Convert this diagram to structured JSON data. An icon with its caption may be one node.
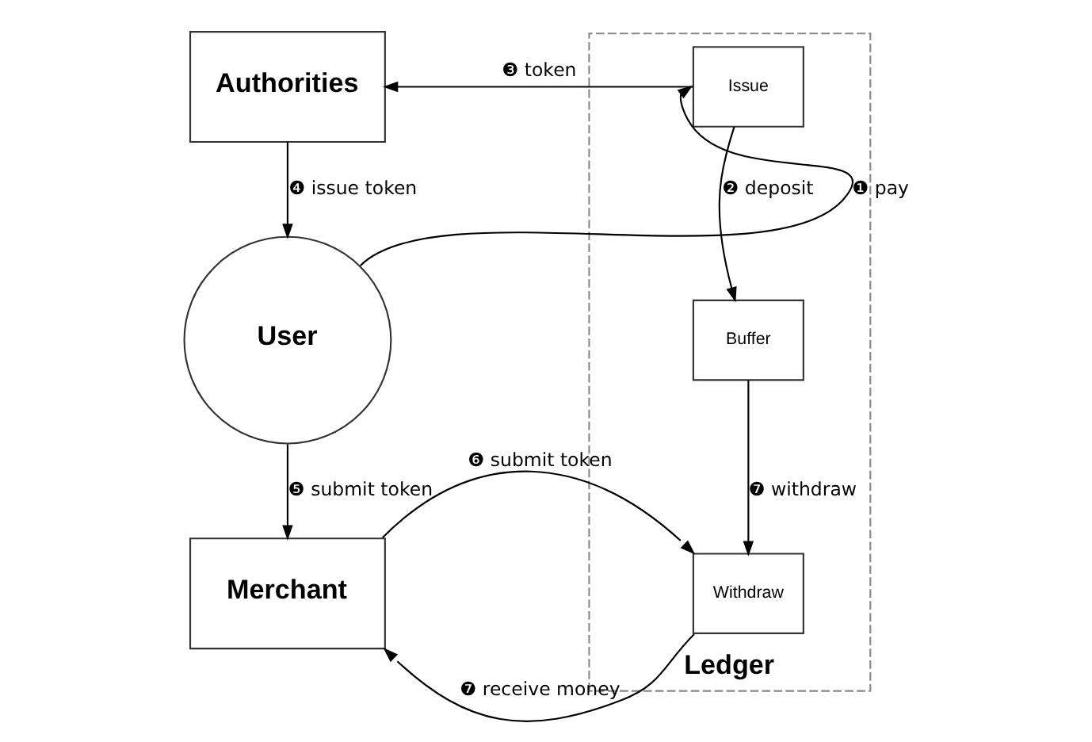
{
  "diagram": {
    "nodes": [
      {
        "text": [
          "Authorities"
        ]
      },
      {
        "text": [
          "User"
        ]
      },
      {
        "text": [
          "Merchant"
        ]
      },
      {
        "text": [
          "Ledger"
        ]
      },
      {
        "text": [
          "Issue"
        ],
        "in": 3
      },
      {
        "text": [
          "Buffer"
        ],
        "in": 3
      },
      {
        "text": [
          "Withdraw"
        ],
        "in": 3
      }
    ],
    "edges": [
      {
        "from": 1,
        "to": 4,
        "arrow": "to",
        "label": "❶ pay"
      },
      {
        "from": 4,
        "to": 5,
        "arrow": "to",
        "label": "❷ deposit"
      },
      {
        "from": 4,
        "to": 0,
        "arrow": "to",
        "label": "❸ token"
      },
      {
        "from": 0,
        "to": 1,
        "arrow": "to",
        "label": "❹ issue token"
      },
      {
        "from": 1,
        "to": 2,
        "arrow": "to",
        "label": "❺ submit token"
      },
      {
        "from": 2,
        "to": 6,
        "arrow": "to",
        "label": "❻ submit token"
      },
      {
        "from": 5,
        "to": 6,
        "arrow": "to",
        "label": "❼ withdraw"
      },
      {
        "from": 6,
        "to": 2,
        "arrow": "to",
        "label": "❼ receive money"
      }
    ]
  }
}
